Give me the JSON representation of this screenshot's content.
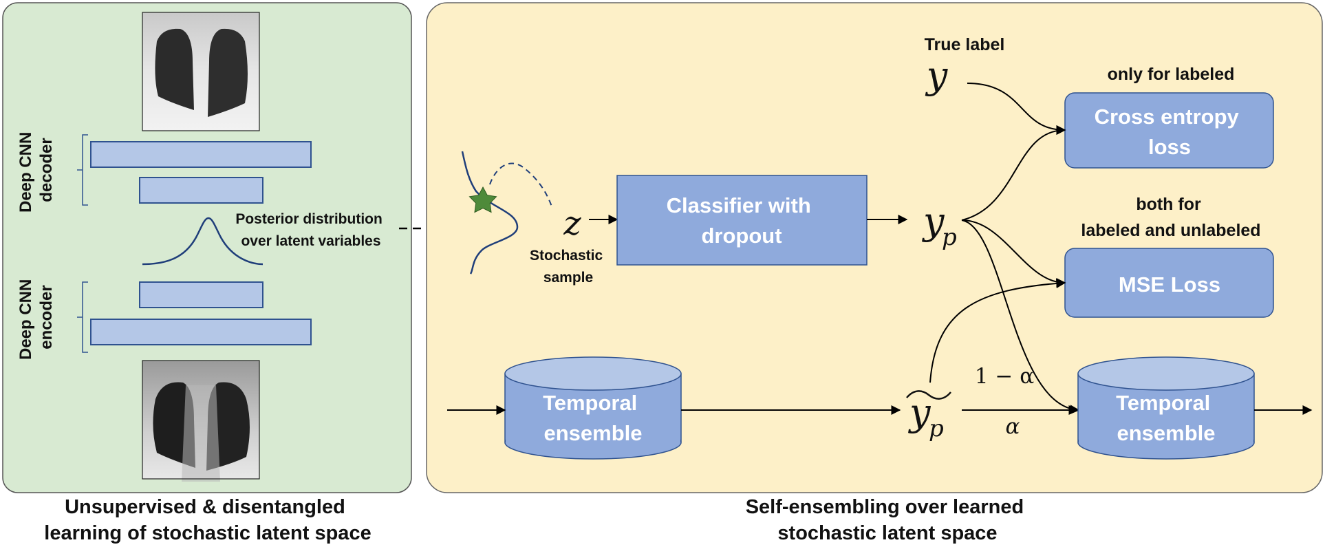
{
  "left_panel": {
    "decoder_label_1": "Deep CNN",
    "decoder_label_2": "decoder",
    "encoder_label_1": "Deep CNN",
    "encoder_label_2": "encoder",
    "posterior_1": "Posterior distribution",
    "posterior_2": "over latent variables",
    "caption_1": "Unsupervised & disentangled",
    "caption_2": "learning of stochastic latent space"
  },
  "right_panel": {
    "z_symbol": "z",
    "stochastic_1": "Stochastic",
    "stochastic_2": "sample",
    "classifier_1": "Classifier with",
    "classifier_2": "dropout",
    "true_label": "True label",
    "y_symbol": "y",
    "yp_base": "y",
    "yp_sub": "p",
    "ytilde_base": "y",
    "ytilde_sub": "p",
    "only_labeled": "only for labeled",
    "cross_entropy_1": "Cross entropy",
    "cross_entropy_2": "loss",
    "both_1": "both for",
    "both_2": "labeled and unlabeled",
    "mse_loss": "MSE Loss",
    "temporal_left_1": "Temporal",
    "temporal_left_2": "ensemble",
    "temporal_right_1": "Temporal",
    "temporal_right_2": "ensemble",
    "one_minus_alpha": "1 − α",
    "alpha": "α",
    "caption_1": "Self-ensembling over learned",
    "caption_2": "stochastic latent space"
  },
  "colors": {
    "left_panel_bg": "#d8ead2",
    "right_panel_bg": "#fdf0c8",
    "box_fill": "#8faadc",
    "layer_fill": "#b4c7e7",
    "stroke_dark": "#2f528f",
    "curve": "#1f3e7a",
    "star": "#4e8a3a"
  }
}
